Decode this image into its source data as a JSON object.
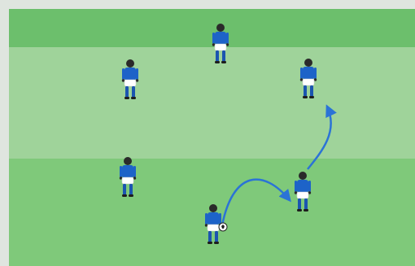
{
  "colors": {
    "border": "#dfe5df",
    "field_dark": "#6cbf6c",
    "field_light": "#9fd39a",
    "field_stripe": "#7fc97a",
    "shirt": "#1d63c8",
    "shorts": "#ffffff",
    "socks": "#1b55b0",
    "skin": "#2a2a2a",
    "arrow": "#2b73d6"
  },
  "players": [
    {
      "id": "top",
      "facing": "front"
    },
    {
      "id": "upper-left",
      "facing": "front"
    },
    {
      "id": "upper-right",
      "facing": "front"
    },
    {
      "id": "lower-left",
      "facing": "front"
    },
    {
      "id": "lower-right",
      "facing": "front"
    },
    {
      "id": "bottom",
      "facing": "front",
      "has_ball": true
    }
  ],
  "arrows": [
    {
      "from": "bottom",
      "to": "lower-right",
      "type": "pass-curve"
    },
    {
      "from": "lower-right",
      "to": "upper-right",
      "type": "run-curve"
    }
  ]
}
